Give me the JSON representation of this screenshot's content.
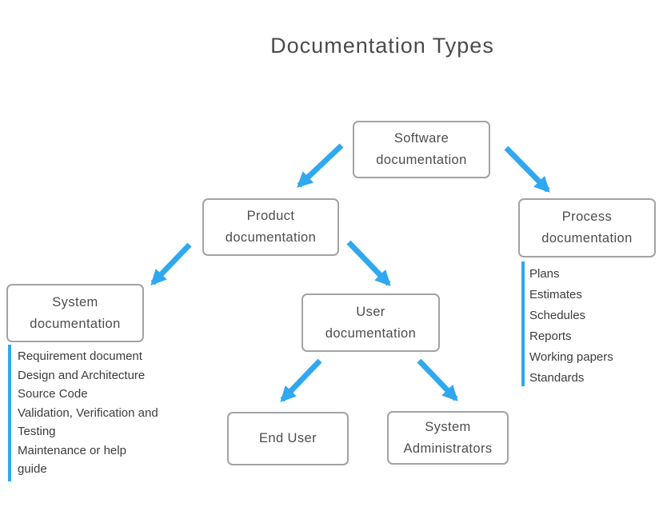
{
  "title": "Documentation Types",
  "colors": {
    "arrow": "#2fa8f0",
    "box_border": "#a3a3a3",
    "box_text": "#4d4d4d",
    "list_text": "#3c3c3c",
    "title_text": "#4b4b4b",
    "background": "#ffffff"
  },
  "nodes": {
    "software": {
      "label": "Software\ndocumentation"
    },
    "product": {
      "label": "Product\ndocumentation"
    },
    "process": {
      "label": "Process\ndocumentation"
    },
    "system": {
      "label": "System\ndocumentation"
    },
    "user": {
      "label": "User\ndocumentation"
    },
    "end_user": {
      "label": "End User"
    },
    "sys_admin": {
      "label": "System\nAdministrators"
    }
  },
  "system_list": {
    "items": [
      "Requirement document",
      "Design and Architecture",
      "Source Code",
      "Validation, Verification and\nTesting",
      "Maintenance or help\nguide"
    ]
  },
  "process_list": {
    "items": [
      "Plans",
      "Estimates",
      "Schedules",
      "Reports",
      "Working papers",
      "Standards"
    ]
  }
}
